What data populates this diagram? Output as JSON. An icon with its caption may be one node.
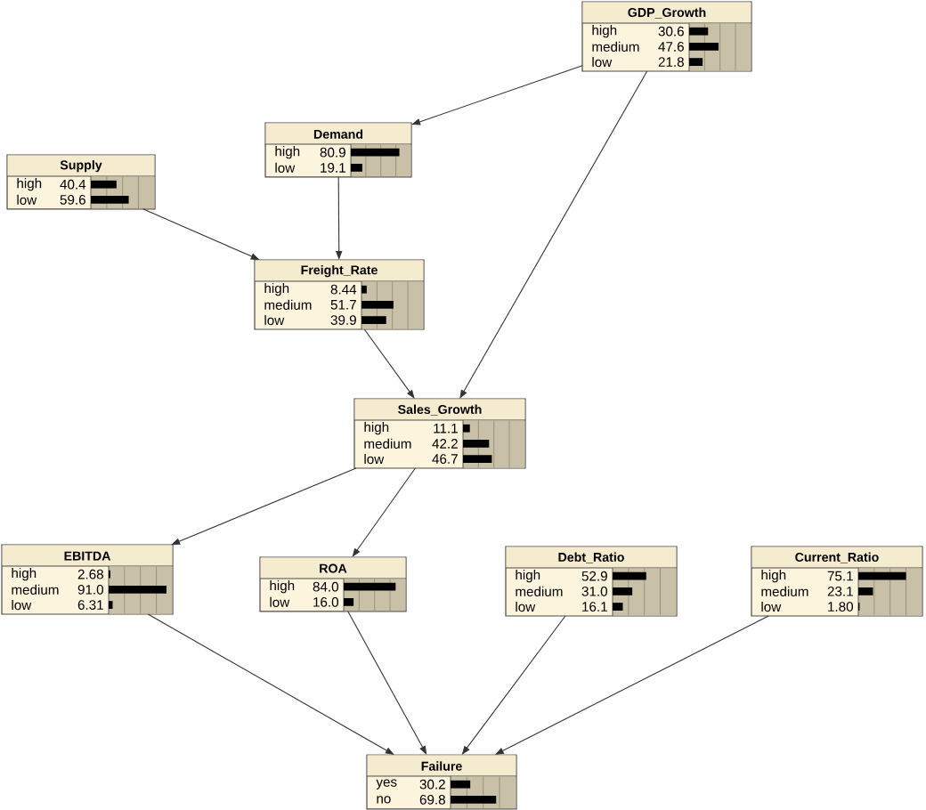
{
  "diagram": {
    "nodes": [
      {
        "text": [
          "GDP_Growth",
          "high",
          "30.6",
          "medium",
          "47.6",
          "low",
          "21.8"
        ]
      },
      {
        "text": [
          "Demand",
          "high",
          "80.9",
          "low",
          "19.1"
        ]
      },
      {
        "text": [
          "Supply",
          "high",
          "40.4",
          "low",
          "59.6"
        ]
      },
      {
        "text": [
          "Freight_Rate",
          "high",
          "8.44",
          "medium",
          "51.7",
          "low",
          "39.9"
        ]
      },
      {
        "text": [
          "Sales_Growth",
          "high",
          "11.1",
          "medium",
          "42.2",
          "low",
          "46.7"
        ]
      },
      {
        "text": [
          "EBITDA",
          "high",
          "2.68",
          "medium",
          "91.0",
          "low",
          "6.31"
        ]
      },
      {
        "text": [
          "ROA",
          "high",
          "84.0",
          "low",
          "16.0"
        ]
      },
      {
        "text": [
          "Debt_Ratio",
          "high",
          "52.9",
          "medium",
          "31.0",
          "low",
          "16.1"
        ]
      },
      {
        "text": [
          "Current_Ratio",
          "high",
          "75.1",
          "medium",
          "23.1",
          "low",
          "1.80"
        ]
      },
      {
        "text": [
          "Failure",
          "yes",
          "30.2",
          "no",
          "69.8"
        ]
      }
    ],
    "edges": [
      {
        "from": 0,
        "to": 1,
        "arrow": "to"
      },
      {
        "from": 0,
        "to": 4,
        "arrow": "to"
      },
      {
        "from": 2,
        "to": 3,
        "arrow": "to"
      },
      {
        "from": 1,
        "to": 3,
        "arrow": "to"
      },
      {
        "from": 3,
        "to": 4,
        "arrow": "to"
      },
      {
        "from": 4,
        "to": 5,
        "arrow": "to"
      },
      {
        "from": 4,
        "to": 6,
        "arrow": "to"
      },
      {
        "from": 5,
        "to": 9,
        "arrow": "to"
      },
      {
        "from": 6,
        "to": 9,
        "arrow": "to"
      },
      {
        "from": 7,
        "to": 9,
        "arrow": "to"
      },
      {
        "from": 8,
        "to": 9,
        "arrow": "to"
      }
    ]
  }
}
